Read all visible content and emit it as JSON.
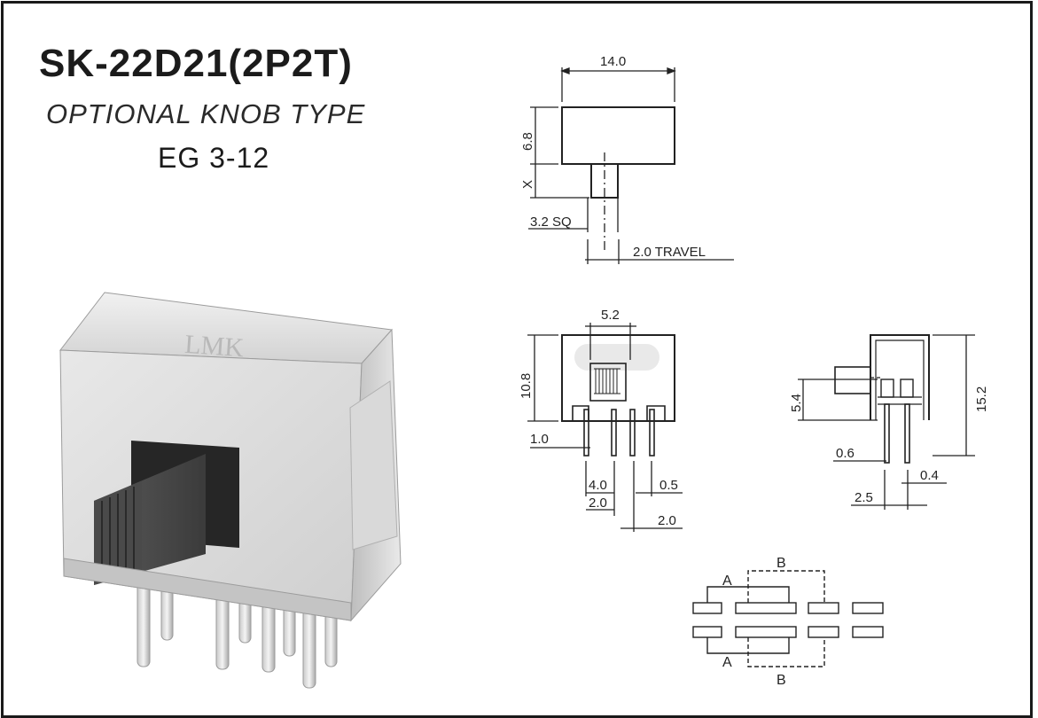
{
  "header": {
    "title": "SK-22D21(2P2T)",
    "subtitle": "OPTIONAL KNOB TYPE",
    "code": "EG 3-12"
  },
  "photo": {
    "brand": "LMK"
  },
  "top_view": {
    "width_dim": "14.0",
    "knob_height_dim": "6.8",
    "stem_dim": "X",
    "square_dim": "3.2 SQ",
    "travel_dim": "2.0 TRAVEL"
  },
  "front_view": {
    "slot_dim": "5.2",
    "height_dim": "10.8",
    "leg_dim": "1.0",
    "pitch_a_dim": "4.0",
    "pitch_b_dim": "2.0",
    "pin_width_dim": "0.5",
    "pitch_c_dim": "2.0"
  },
  "side_view": {
    "knob_dim": "5.4",
    "height_dim": "15.2",
    "leg_dim": "0.6",
    "pin_dim": "0.4",
    "pitch_dim": "2.5"
  },
  "schematic": {
    "label_a": "A",
    "label_b": "B"
  }
}
